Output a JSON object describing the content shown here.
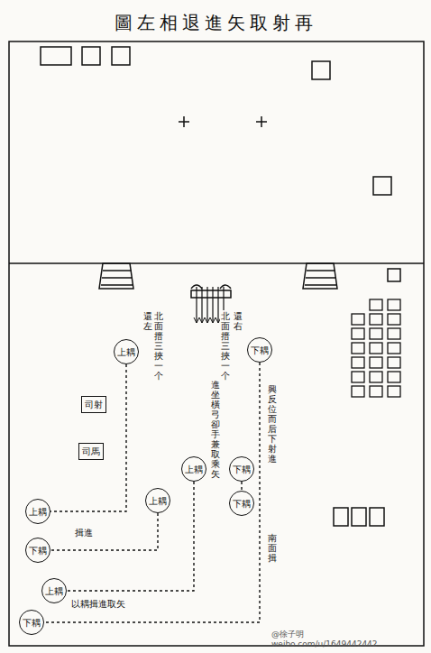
{
  "diagram": {
    "title": "再射取矢進退相左圖",
    "nodes": [
      {
        "text": [
          "上耦"
        ]
      },
      {
        "text": [
          "下耦"
        ]
      },
      {
        "text": [
          "司射"
        ]
      },
      {
        "text": [
          "司馬"
        ]
      },
      {
        "text": [
          "上耦"
        ]
      },
      {
        "text": [
          "下耦"
        ]
      },
      {
        "text": [
          "上耦"
        ]
      },
      {
        "text": [
          "下耦"
        ]
      },
      {
        "text": [
          "上耦"
        ]
      },
      {
        "text": [
          "下耦"
        ]
      },
      {
        "text": [
          "上耦"
        ]
      },
      {
        "text": [
          "下耦"
        ]
      }
    ],
    "edges": [
      {
        "from": 0,
        "to": 8,
        "arrow": "none"
      },
      {
        "from": 6,
        "to": 9,
        "arrow": "none"
      },
      {
        "from": 4,
        "to": 10,
        "arrow": "none"
      },
      {
        "from": 1,
        "to": 11,
        "arrow": "none"
      },
      {
        "from": 5,
        "to": 7,
        "arrow": "none"
      }
    ],
    "labels": [
      "還左",
      "北面搢三挾一个",
      "還右",
      "北面搢三挾一个",
      "進坐橫弓卻手兼取乘矢",
      "興反位而后下射進",
      "南面揖",
      "揖進",
      "以耦揖進取矢",
      "@徐子明",
      "weibo.com/u/1649442442"
    ]
  }
}
